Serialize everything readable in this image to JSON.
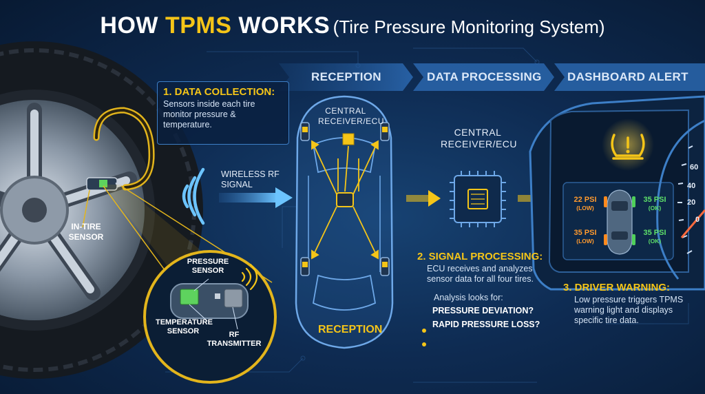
{
  "title": {
    "part1": "HOW ",
    "part2": "TPMS",
    "part3": " WORKS",
    "subtitle": "(Tire Pressure Monitoring System)"
  },
  "stages": [
    "RECEPTION",
    "DATA PROCESSING",
    "DASHBOARD ALERT"
  ],
  "data_collection": {
    "heading": "1. DATA COLLECTION:",
    "body": "Sensors inside each tire monitor pressure & temperature."
  },
  "wireless_label": "WIRELESS RF SIGNAL",
  "in_tire_sensor_label": "IN-TIRE SENSOR",
  "sensor_detail": {
    "pressure_label": "PRESSURE SENSOR",
    "temperature_label": "TEMPERATURE SENSOR",
    "rf_label": "RF TRANSMITTER"
  },
  "car": {
    "receiver_label": "CENTRAL RECEIVER/ECU",
    "reception_label": "RECEPTION"
  },
  "ecu_label": "CENTRAL RECEIVER/ECU",
  "signal_processing": {
    "heading": "2. SIGNAL PROCESSING:",
    "body": "ECU receives and analyzes sensor data for all four tires.",
    "looks_for": "Analysis looks for:",
    "items": [
      "PRESSURE DEVIATION?",
      "RAPID PRESSURE LOSS?"
    ]
  },
  "dashboard": {
    "tires": [
      {
        "value": "22 PSI",
        "status": "(LOW)"
      },
      {
        "value": "35 PSI",
        "status": "(OK)"
      },
      {
        "value": "35 PSI",
        "status": "(LOW)"
      },
      {
        "value": "35 PSI",
        "status": "(OK)"
      }
    ],
    "gauge_ticks": [
      "60",
      "40",
      "20",
      "0"
    ]
  },
  "driver_warning": {
    "heading": "3. DRIVER WARNING:",
    "body": "Low pressure triggers TPMS warning light and displays specific tire data."
  },
  "colors": {
    "accent_yellow": "#f5c518",
    "low_orange": "#ff9a2e",
    "ok_green": "#5ee06a",
    "signal_blue": "#6cc4ff"
  }
}
